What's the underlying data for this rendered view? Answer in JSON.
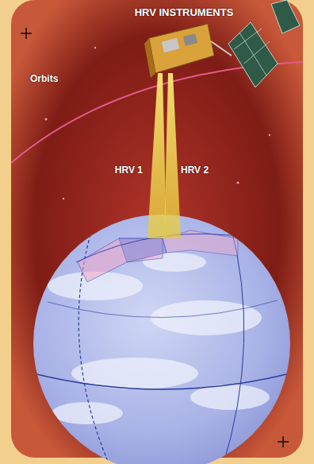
{
  "diagram": {
    "title": "HRV INSTRUMENTS",
    "labels": [
      "Orbits",
      "HRV 1",
      "HRV 2"
    ]
  }
}
